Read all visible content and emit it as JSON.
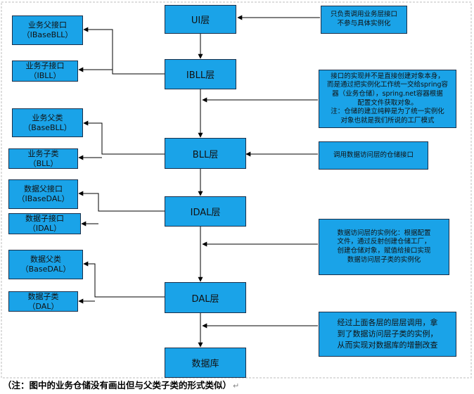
{
  "layers": {
    "ui": "UI层",
    "ibll": "IBLL层",
    "bll": "BLL层",
    "idal": "IDAL层",
    "dal": "DAL层",
    "db": "数据库"
  },
  "side_boxes": {
    "ibasebll": [
      "业务父接口",
      "（IBaseBLL）"
    ],
    "ibll": [
      "业务子接口",
      "（IBLL）"
    ],
    "basebll": [
      "业务父类",
      "（BaseBLL）"
    ],
    "bll": [
      "业务子类",
      "（BLL）"
    ],
    "ibasedal": [
      "数据父接口",
      "（IBaseDAL）"
    ],
    "idal": [
      "数据子接口",
      "（IDAL）"
    ],
    "basedal": [
      "数据父类",
      "（BaseDAL）"
    ],
    "dal": [
      "数据子类",
      "（DAL）"
    ]
  },
  "notes": {
    "ui": [
      "只负责调用业务层接口",
      "不参与具体实例化"
    ],
    "ibll": [
      "接口的实现并不是直接创建对象本身，",
      "而是通过把实例化工作统一交给spring容",
      "器（业务仓储），spring.net容器根据",
      "配置文件获取对象。",
      "注：仓储的建立纯粹是为了统一实例化",
      "对象也就是我们所说的工厂模式"
    ],
    "bll": [
      "调用数据访问层的仓储接口"
    ],
    "idal": [
      "数据访问层的实例化：根据配置",
      "文件，通过反射创建仓储工厂，",
      "创建仓储对象，赋值给接口实现",
      "数据访问层子类的实例化"
    ],
    "dal": [
      "经过上面各层的层层调用，拿",
      "到了数据访问层子类的实例，",
      "从而实现对数据库的增删改查"
    ]
  },
  "footnote": "（注：图中的业务仓储没有画出但与父类子类的形式类似）",
  "colors": {
    "box_fill": "#1aa3e8",
    "box_border": "#1a2f4a"
  }
}
